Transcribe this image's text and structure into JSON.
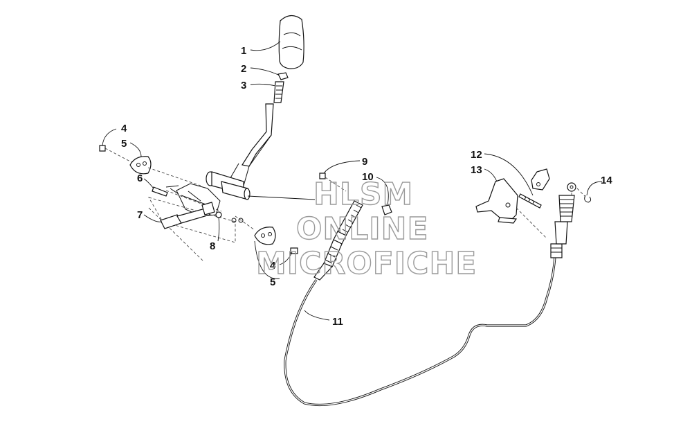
{
  "watermark": {
    "line1": "HLSM",
    "line2": "ONLINE",
    "line3": "MICROFICHE"
  },
  "callouts": [
    {
      "id": "c1",
      "label": "1"
    },
    {
      "id": "c2",
      "label": "2"
    },
    {
      "id": "c3",
      "label": "3"
    },
    {
      "id": "c4a",
      "label": "4"
    },
    {
      "id": "c5a",
      "label": "5"
    },
    {
      "id": "c6",
      "label": "6"
    },
    {
      "id": "c7",
      "label": "7"
    },
    {
      "id": "c8",
      "label": "8"
    },
    {
      "id": "c4b",
      "label": "4"
    },
    {
      "id": "c5b",
      "label": "5"
    },
    {
      "id": "c9",
      "label": "9"
    },
    {
      "id": "c10",
      "label": "10"
    },
    {
      "id": "c11",
      "label": "11"
    },
    {
      "id": "c12",
      "label": "12"
    },
    {
      "id": "c13",
      "label": "13"
    },
    {
      "id": "c14",
      "label": "14"
    }
  ]
}
